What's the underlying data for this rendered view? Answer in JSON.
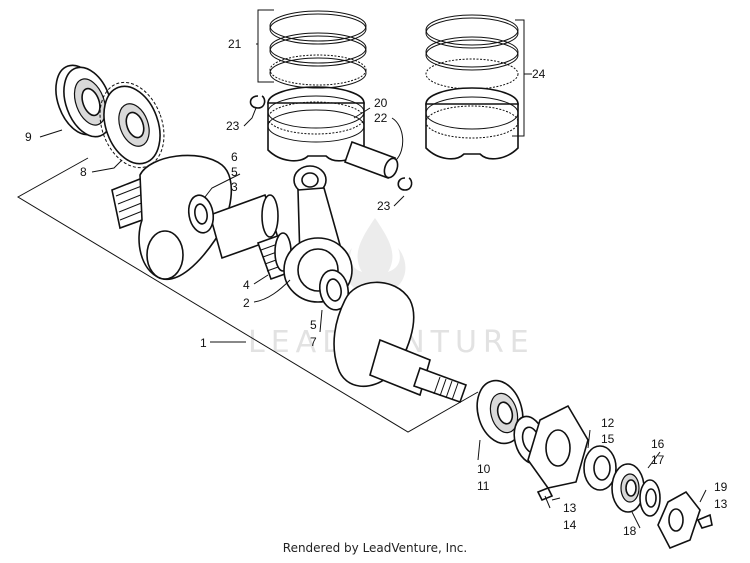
{
  "watermark": {
    "text": "LEADVENTURE"
  },
  "footer": {
    "text": "Rendered by LeadVenture, Inc."
  },
  "callouts": {
    "c1": "1",
    "c2": "2",
    "c3": "3",
    "c4": "4",
    "c5a": "5",
    "c5b": "5",
    "c6": "6",
    "c7": "7",
    "c8": "8",
    "c9": "9",
    "c10": "10",
    "c11": "11",
    "c12": "12",
    "c13a": "13",
    "c13b": "13",
    "c14": "14",
    "c15": "15",
    "c16": "16",
    "c17": "17",
    "c18": "18",
    "c19": "19",
    "c20": "20",
    "c21": "21",
    "c22": "22",
    "c23a": "23",
    "c23b": "23",
    "c24": "24"
  }
}
